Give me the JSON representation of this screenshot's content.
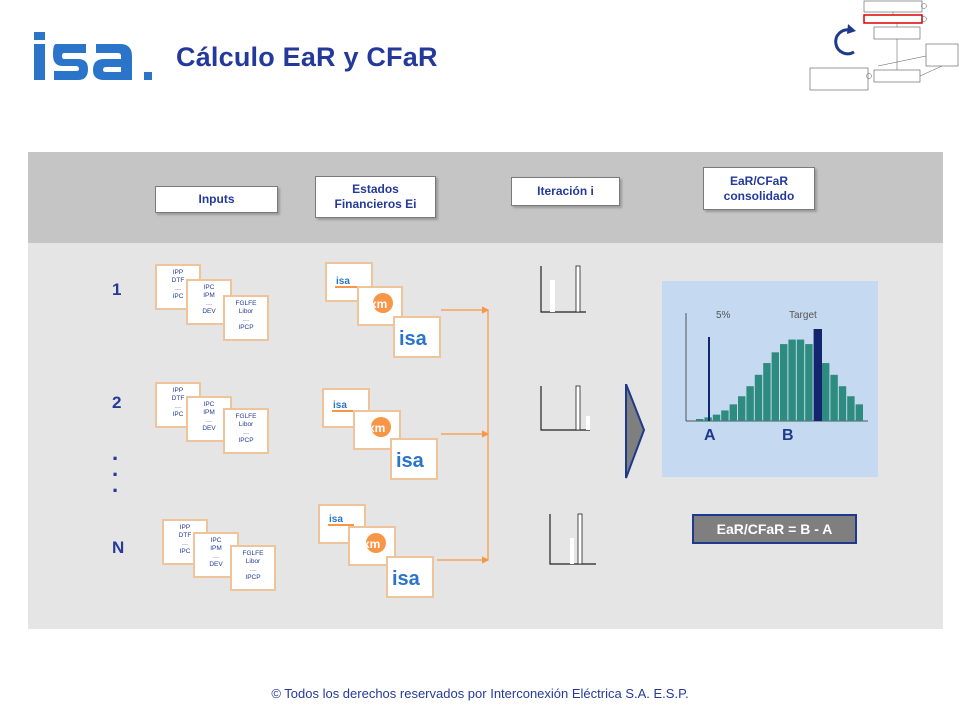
{
  "header": {
    "title": "Cálculo EaR y CFaR"
  },
  "columns": {
    "inputs": "Inputs",
    "statements": "Estados Financieros Ei",
    "iteration": "Iteración i",
    "consolidated": "EaR/CFaR consolidado"
  },
  "rows": [
    {
      "label": "1"
    },
    {
      "label": "2"
    },
    {
      "label": "N"
    }
  ],
  "input_docs": {
    "doc1": [
      "IPP",
      "DTF",
      "…",
      "IPC"
    ],
    "doc2": [
      "IPC",
      "IPM",
      "…",
      "DEV"
    ],
    "doc3": [
      "FGLFE",
      "Libor",
      "…",
      "IPCP"
    ]
  },
  "histogram": {
    "pct_label": "5%",
    "target_label": "Target",
    "a_label": "A",
    "b_label": "B",
    "colors": {
      "bar": "#2e8b7f",
      "highlight": "#12256e",
      "panel": "#c5d9f1"
    }
  },
  "result": "EaR/CFaR = B - A",
  "footer": "© Todos los derechos reservados por Interconexión Eléctrica S.A. E.S.P.",
  "colors": {
    "title": "#243a9a",
    "band_header": "#c5c5c5",
    "band_main": "#e5e5e5",
    "arrow": "#f79646",
    "doc_border": "#f0c49b"
  }
}
